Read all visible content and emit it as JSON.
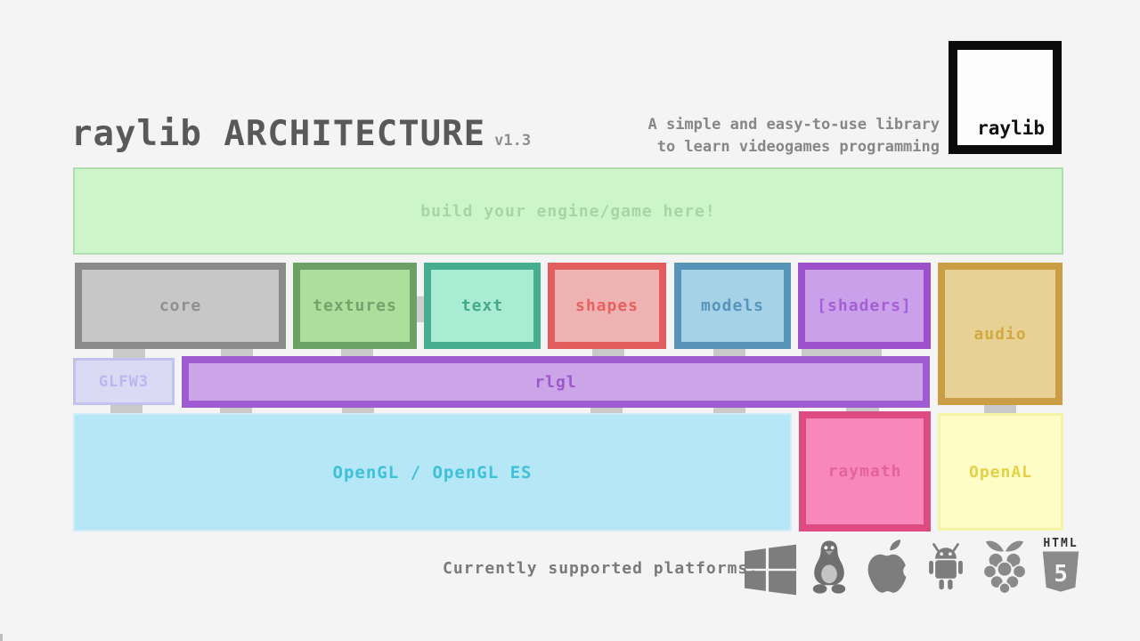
{
  "header": {
    "title": "raylib ARCHITECTURE",
    "version": "v1.3",
    "tagline_line1": "A simple and easy-to-use library",
    "tagline_line2": "to learn videogames programming",
    "logo_text": "raylib"
  },
  "diagram": {
    "engine": {
      "label": "build your engine/game here!",
      "fill": "#ccf5ca",
      "border": "#b0dcb0",
      "text": "#a6d6a4"
    },
    "modules": [
      {
        "label": "core",
        "fill": "#c7c7c7",
        "border": "#8a8a8a",
        "text": "#8f8f8f"
      },
      {
        "label": "textures",
        "fill": "#abdf9b",
        "border": "#6ba164",
        "text": "#73a46c"
      },
      {
        "label": "text",
        "fill": "#a8ecd3",
        "border": "#46ae8e",
        "text": "#46a98b"
      },
      {
        "label": "shapes",
        "fill": "#f0b3b3",
        "border": "#e25e5e",
        "text": "#e96060"
      },
      {
        "label": "models",
        "fill": "#a6d2e8",
        "border": "#5894b8",
        "text": "#5793ba"
      },
      {
        "label": "[shaders]",
        "fill": "#c9a0e9",
        "border": "#9c50ca",
        "text": "#a55fd5"
      },
      {
        "label": "audio",
        "fill": "#e8d195",
        "border": "#c99e45",
        "text": "#d2a940"
      }
    ],
    "glfw": {
      "label": "GLFW3",
      "fill": "#dbd9f4",
      "border": "#c5c1ef",
      "text": "#bbb6ef"
    },
    "rlgl": {
      "label": "rlgl",
      "fill": "#cca5e9",
      "border": "#9f5bd0",
      "text": "#9d58ca"
    },
    "opengl": {
      "label": "OpenGL / OpenGL ES",
      "fill": "#b6e7f7",
      "border": "#cfeef9",
      "text": "#3fc0da"
    },
    "raymath": {
      "label": "raymath",
      "fill": "#f888ba",
      "border": "#dd4b80",
      "text": "#e4639a"
    },
    "openal": {
      "label": "OpenAL",
      "fill": "#fdfdc5",
      "border": "#f4f4a4",
      "text": "#e5d148"
    }
  },
  "footer": {
    "platforms_label": "Currently supported platforms:",
    "platform_icons": [
      "windows-icon",
      "linux-icon",
      "apple-icon",
      "android-icon",
      "raspberry-pi-icon",
      "html5-icon"
    ],
    "icon_color": "#7d7d7d",
    "html5_badge": {
      "top_label": "HTML",
      "number": "5"
    }
  }
}
